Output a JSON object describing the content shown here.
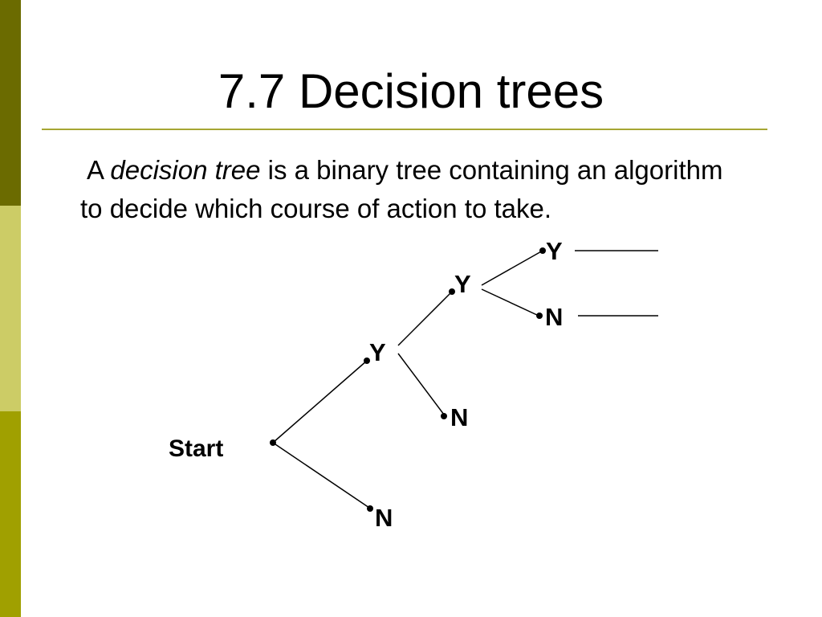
{
  "slide": {
    "title": "7.7 Decision trees",
    "paragraph": {
      "lead": "A",
      "term": "decision tree",
      "rest": "is a binary tree containing an algorithm to decide which course of action to take."
    }
  },
  "diagram": {
    "nodes": {
      "start": "Start",
      "level1_yes": "Y",
      "level1_no": "N",
      "level2_yes": "Y",
      "level2_no": "N",
      "level3_yes": "Y",
      "level3_no": "N"
    }
  },
  "colors": {
    "sidebar_dark": "#6b6b00",
    "sidebar_light": "#cccc66",
    "sidebar_mid": "#a0a000",
    "title_rule": "#a6a633"
  }
}
